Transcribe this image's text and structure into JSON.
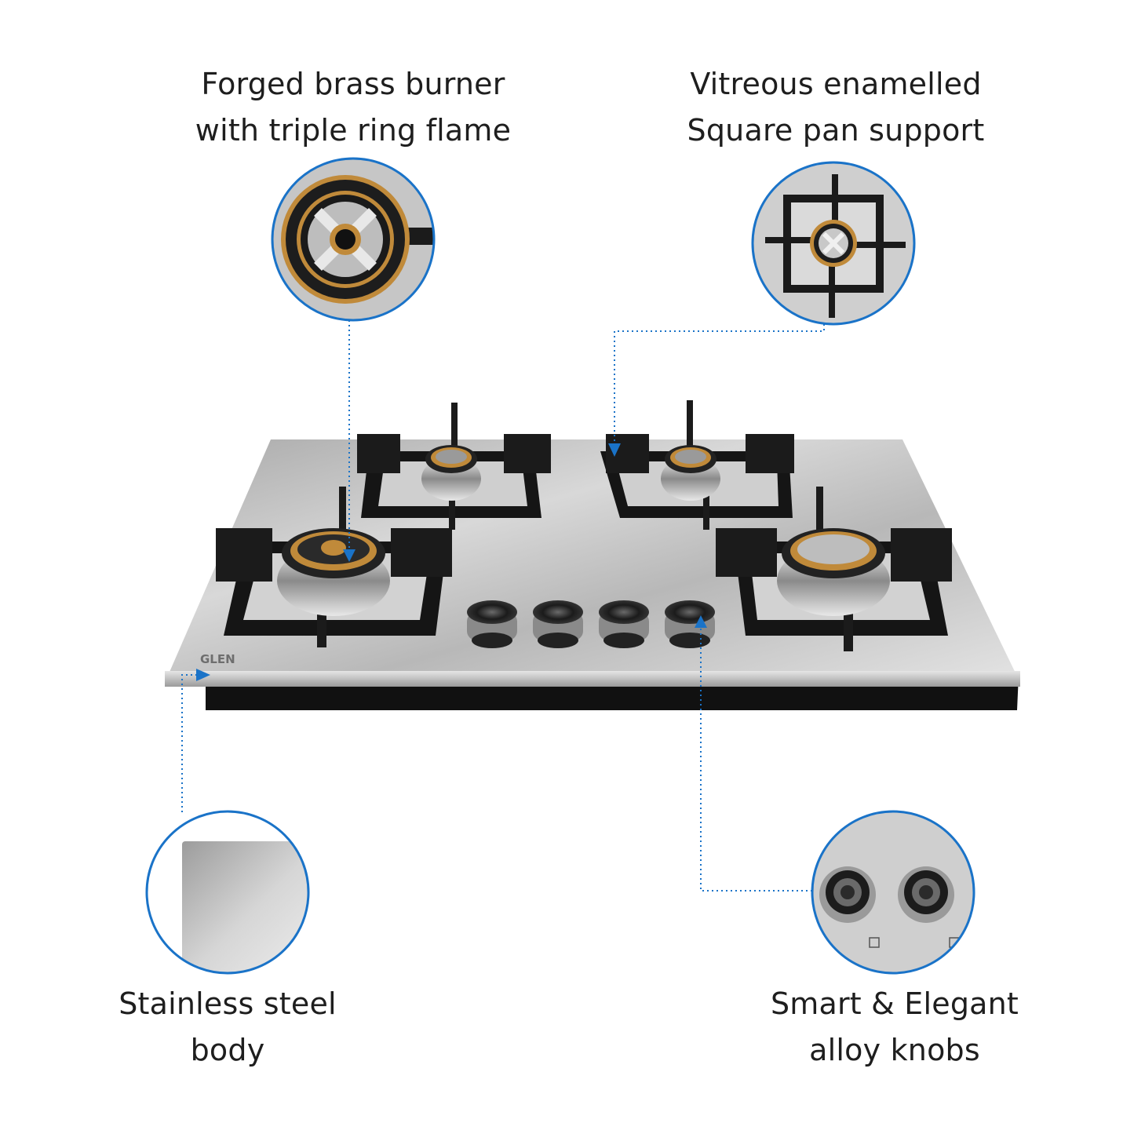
{
  "features": {
    "burner": {
      "line1": "Forged brass burner",
      "line2": "with triple ring flame"
    },
    "pan_support": {
      "line1": "Vitreous enamelled",
      "line2": "Square pan support"
    },
    "body": {
      "line1": "Stainless steel",
      "line2": "body"
    },
    "knobs": {
      "line1": "Smart & Elegant",
      "line2": "alloy knobs"
    }
  },
  "brand": {
    "logo": "GLEN"
  },
  "colors": {
    "accent": "#1a73c8",
    "steel": "#c9c9c9",
    "support": "#1a1a1a",
    "brass": "#c08a3a"
  }
}
